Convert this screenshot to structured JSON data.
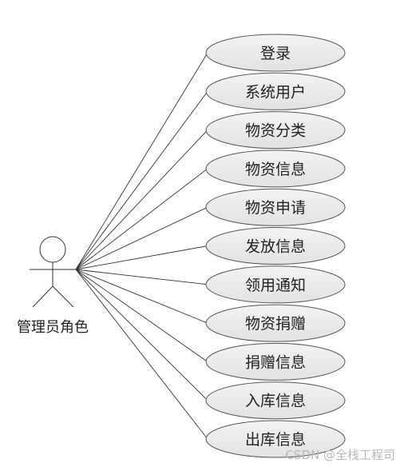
{
  "actor": {
    "label": "管理员角色"
  },
  "use_cases": [
    {
      "label": "登录"
    },
    {
      "label": "系统用户"
    },
    {
      "label": "物资分类"
    },
    {
      "label": "物资信息"
    },
    {
      "label": "物资申请"
    },
    {
      "label": "发放信息"
    },
    {
      "label": "领用通知"
    },
    {
      "label": "物资捐赠"
    },
    {
      "label": "捐赠信息"
    },
    {
      "label": "入库信息"
    },
    {
      "label": "出库信息"
    }
  ],
  "watermark": {
    "text": "CSDN @全栈工程司"
  },
  "colors": {
    "ellipse_fill_top": "#f3f3f3",
    "ellipse_fill_bottom": "#e2e2e2",
    "stroke": "#555555"
  }
}
